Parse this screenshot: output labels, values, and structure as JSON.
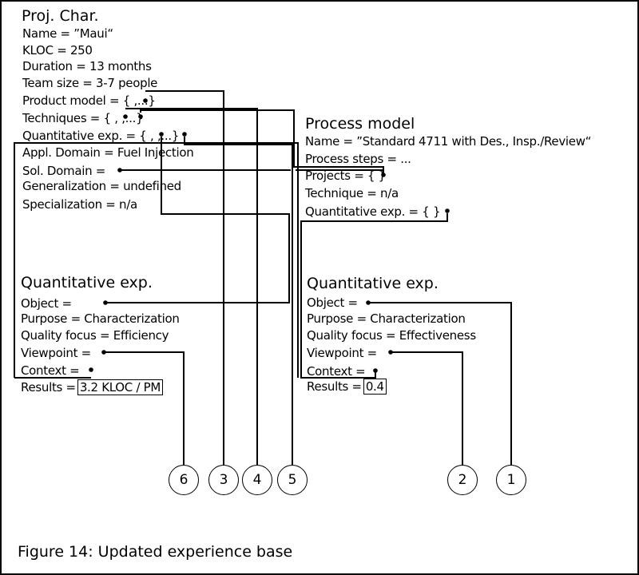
{
  "proj_char": {
    "title": "Proj. Char.",
    "name": "Name = ”Maui“",
    "kloc": "KLOC = 250",
    "duration": "Duration = 13 months",
    "team_size": "Team size = 3-7 people",
    "product_model": "Product model = {  ,...}",
    "techniques": "Techniques =  {  ,  ,...}",
    "quantitative_exp": "Quantitative exp. = {  ,  ,...}"
  },
  "domain_box": {
    "appl_domain": "Appl. Domain = Fuel Injection",
    "sol_domain": "Sol. Domain = ",
    "generalization": "Generalization = undefined",
    "specialization": "Specialization = n/a"
  },
  "process_model": {
    "title": "Process model",
    "name": "Name = ”Standard 4711 with Des., Insp./Review“",
    "process_steps": "Process steps = ...",
    "projects": "Projects = {  }",
    "technique": "Technique = n/a",
    "quantitative_exp": "Quantitative exp. = {  }"
  },
  "qe_left": {
    "title": "Quantitative exp.",
    "object": "Object = ",
    "purpose": "Purpose = Characterization",
    "quality_focus": "Quality focus = Efficiency",
    "viewpoint": "Viewpoint = ",
    "context": "Context = ",
    "results_label": "Results =",
    "results_value": "3.2 KLOC / PM"
  },
  "qe_right": {
    "title": "Quantitative exp.",
    "object": "Object = ",
    "purpose": "Purpose = Characterization",
    "quality_focus": "Quality focus = Effectiveness",
    "viewpoint": "Viewpoint = ",
    "context": "Context = ",
    "results_label": "Results =",
    "results_value": "0.4"
  },
  "markers": [
    "6",
    "3",
    "4",
    "5",
    "2",
    "1"
  ],
  "caption": "Figure 14: Updated experience base"
}
